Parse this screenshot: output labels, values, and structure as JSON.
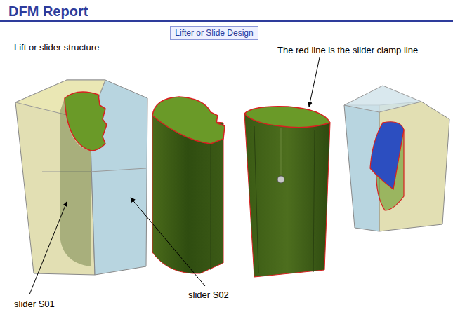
{
  "diagram": {
    "title": "DFM Report",
    "nodes": [
      {
        "text": [
          "Lifter or Slide Design"
        ]
      }
    ],
    "labels": [
      "Lift or slider structure",
      "The red line is the slider clamp line",
      "slider S01",
      "slider S02"
    ]
  }
}
